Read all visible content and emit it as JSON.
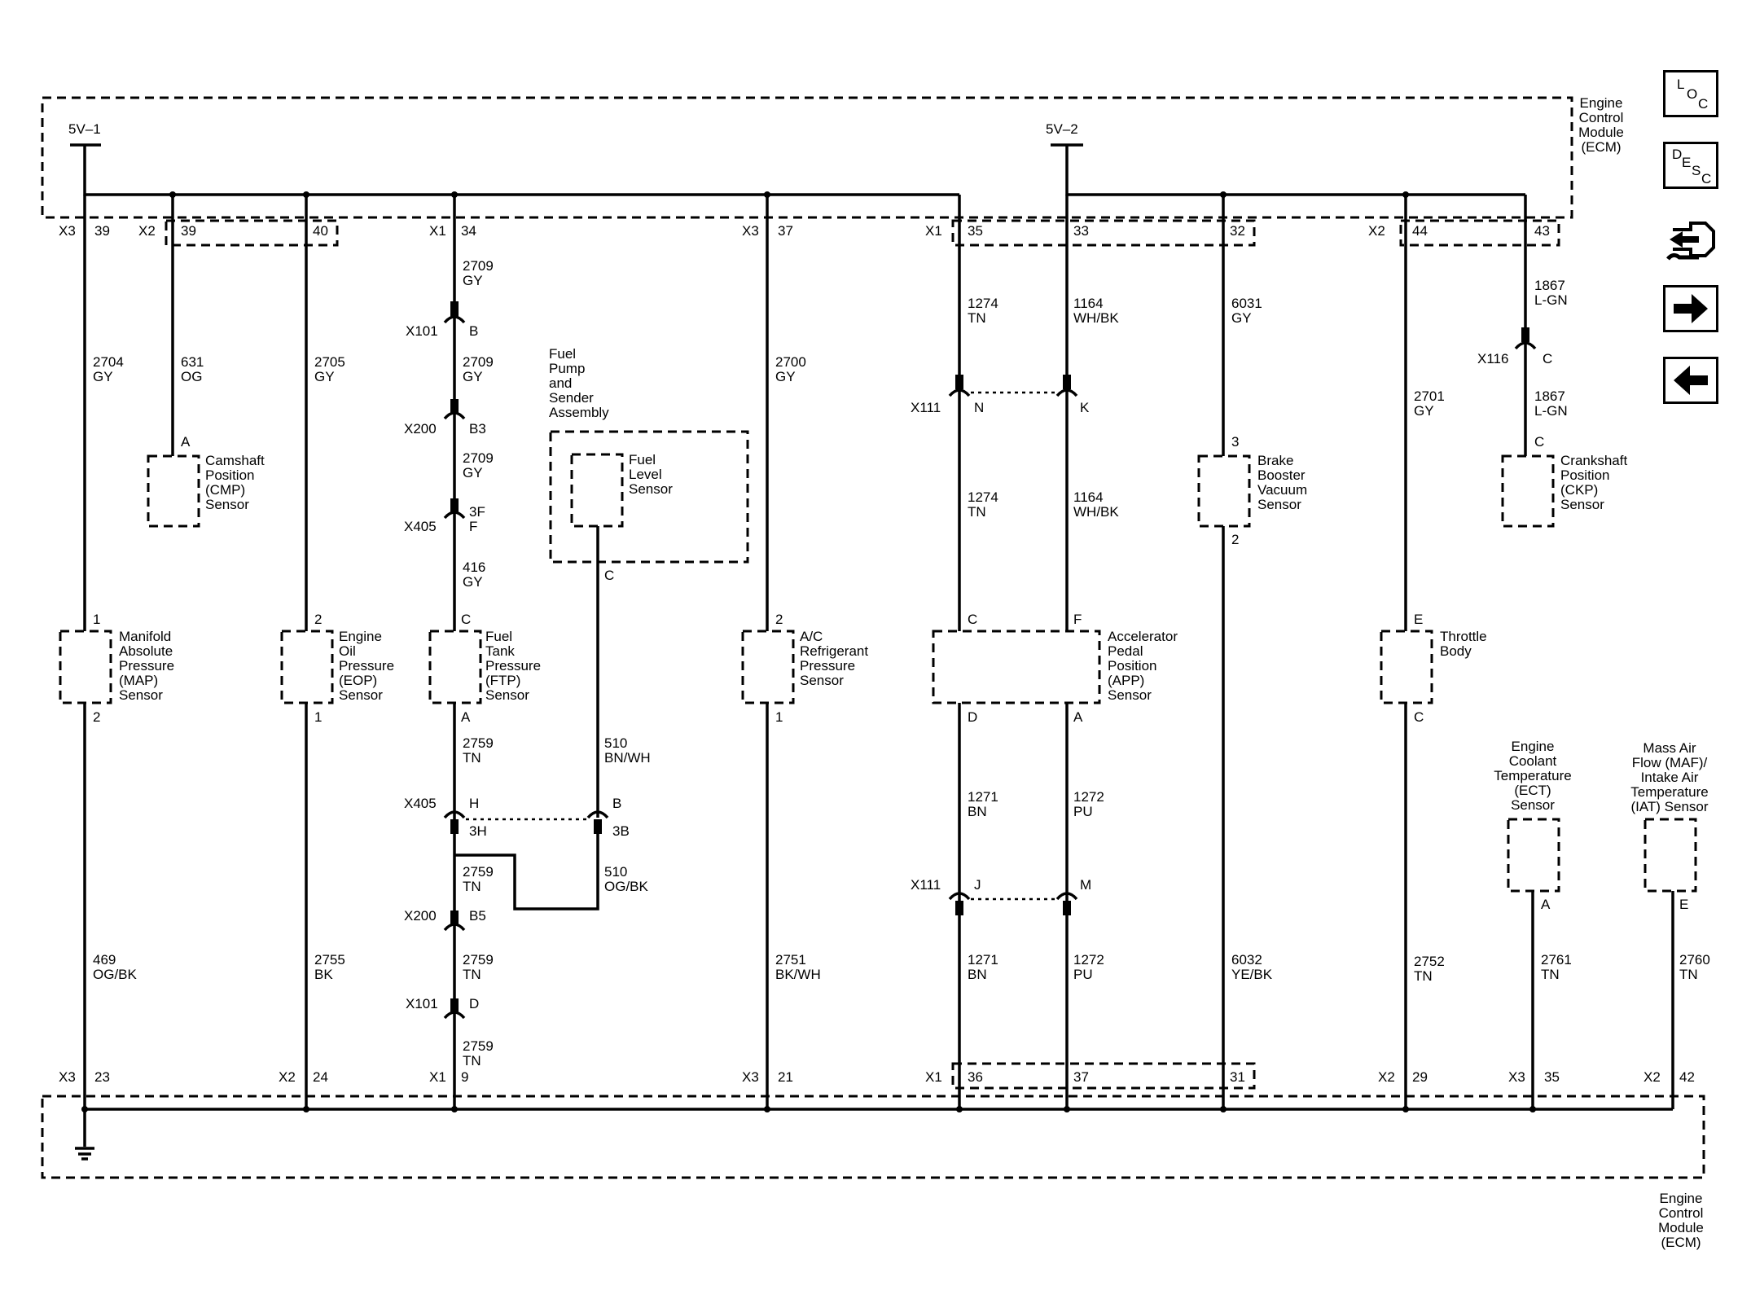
{
  "ecm_label_top": [
    "Engine",
    "Control",
    "Module",
    "(ECM)"
  ],
  "ecm_label_bottom": [
    "Engine",
    "Control",
    "Module",
    "(ECM)"
  ],
  "supply_5v1": "5V–1",
  "supply_5v2": "5V–2",
  "top_pins": [
    {
      "conn": "X3",
      "pin": "39"
    },
    {
      "conn": "X2",
      "pin": "39"
    },
    {
      "pin": "40"
    },
    {
      "conn": "X1",
      "pin": "34"
    },
    {
      "conn": "X3",
      "pin": "37"
    },
    {
      "conn": "X1",
      "pin": "35"
    },
    {
      "pin": "33"
    },
    {
      "pin": "32"
    },
    {
      "conn": "X2",
      "pin": "44"
    },
    {
      "pin": "43"
    }
  ],
  "bottom_pins": [
    {
      "conn": "X3",
      "pin": "23"
    },
    {
      "conn": "X2",
      "pin": "24"
    },
    {
      "conn": "X1",
      "pin": "9"
    },
    {
      "conn": "X3",
      "pin": "21"
    },
    {
      "conn": "X1",
      "pin": "36"
    },
    {
      "pin": "37"
    },
    {
      "pin": "31"
    },
    {
      "conn": "X2",
      "pin": "29"
    },
    {
      "conn": "X3",
      "pin": "35"
    },
    {
      "conn": "X2",
      "pin": "42"
    }
  ],
  "wires": {
    "map_top": [
      "2704",
      "GY"
    ],
    "cmp": [
      "631",
      "OG"
    ],
    "eop_top": [
      "2705",
      "GY"
    ],
    "ftp_1": [
      "2709",
      "GY"
    ],
    "ftp_2": [
      "2709",
      "GY"
    ],
    "ftp_3": [
      "2709",
      "GY"
    ],
    "ftp_4": [
      "416",
      "GY"
    ],
    "ac_top": [
      "2700",
      "GY"
    ],
    "app_c1": [
      "1274",
      "TN"
    ],
    "app_c2": [
      "1274",
      "TN"
    ],
    "app_f1": [
      "1164",
      "WH/BK"
    ],
    "app_f2": [
      "1164",
      "WH/BK"
    ],
    "bbv_top": [
      "6031",
      "GY"
    ],
    "tb_top": [
      "2701",
      "GY"
    ],
    "ckp_1": [
      "1867",
      "L-GN"
    ],
    "ckp_2": [
      "1867",
      "L-GN"
    ],
    "map_bot": [
      "469",
      "OG/BK"
    ],
    "eop_bot": [
      "2755",
      "BK"
    ],
    "ftp_a1": [
      "2759",
      "TN"
    ],
    "ftp_a2": [
      "2759",
      "TN"
    ],
    "ftp_a3": [
      "2759",
      "TN"
    ],
    "ftp_a4": [
      "2759",
      "TN"
    ],
    "fls_1": [
      "510",
      "BN/WH"
    ],
    "fls_2": [
      "510",
      "OG/BK"
    ],
    "ac_bot": [
      "2751",
      "BK/WH"
    ],
    "app_d1": [
      "1271",
      "BN"
    ],
    "app_d2": [
      "1271",
      "BN"
    ],
    "app_a1": [
      "1272",
      "PU"
    ],
    "app_a2": [
      "1272",
      "PU"
    ],
    "bbv_bot": [
      "6032",
      "YE/BK"
    ],
    "tb_bot": [
      "2752",
      "TN"
    ],
    "ect": [
      "2761",
      "TN"
    ],
    "maf": [
      "2760",
      "TN"
    ]
  },
  "connectors": {
    "x101_b": [
      "X101",
      "B"
    ],
    "x200_b3": [
      "X200",
      "B3"
    ],
    "x405_3f": [
      "X405",
      "3F",
      "F"
    ],
    "x111_n": [
      "X111",
      "N"
    ],
    "x111_k": "K",
    "x116_c": [
      "X116",
      "C"
    ],
    "x405_h": [
      "X405",
      "H",
      "3H"
    ],
    "x405_b": [
      "B",
      "3B"
    ],
    "x200_b5": [
      "X200",
      "B5"
    ],
    "x101_d": [
      "X101",
      "D"
    ],
    "x111_j": [
      "X111",
      "J"
    ],
    "x111_m": "M"
  },
  "sensors": {
    "cmp": {
      "label": [
        "Camshaft",
        "Position",
        "(CMP)",
        "Sensor"
      ],
      "pin_top": "A"
    },
    "map": {
      "label": [
        "Manifold",
        "Absolute",
        "Pressure",
        "(MAP)",
        "Sensor"
      ],
      "pin_top": "1",
      "pin_bot": "2"
    },
    "eop": {
      "label": [
        "Engine",
        "Oil",
        "Pressure",
        "(EOP)",
        "Sensor"
      ],
      "pin_top": "2",
      "pin_bot": "1"
    },
    "ftp": {
      "label": [
        "Fuel",
        "Tank",
        "Pressure",
        "(FTP)",
        "Sensor"
      ],
      "pin_top": "C",
      "pin_bot": "A"
    },
    "fuel_assy": {
      "label": [
        "Fuel",
        "Pump",
        "and",
        "Sender",
        "Assembly"
      ]
    },
    "fls": {
      "label": [
        "Fuel",
        "Level",
        "Sensor"
      ],
      "pin_bot": "C"
    },
    "ac": {
      "label": [
        "A/C",
        "Refrigerant",
        "Pressure",
        "Sensor"
      ],
      "pin_top": "2",
      "pin_bot": "1"
    },
    "app": {
      "label": [
        "Accelerator",
        "Pedal",
        "Position",
        "(APP)",
        "Sensor"
      ],
      "pins_top": [
        "C",
        "F"
      ],
      "pins_bot": [
        "D",
        "A"
      ]
    },
    "bbv": {
      "label": [
        "Brake",
        "Booster",
        "Vacuum",
        "Sensor"
      ],
      "pin_top": "3",
      "pin_bot": "2"
    },
    "tb": {
      "label": [
        "Throttle",
        "Body"
      ],
      "pin_top": "E",
      "pin_bot": "C"
    },
    "ckp": {
      "label": [
        "Crankshaft",
        "Position",
        "(CKP)",
        "Sensor"
      ],
      "pin_top": "C"
    },
    "ect": {
      "label": [
        "Engine",
        "Coolant",
        "Temperature",
        "(ECT)",
        "Sensor"
      ],
      "pin_bot": "A"
    },
    "maf": {
      "label": [
        "Mass Air",
        "Flow (MAF)/",
        "Intake Air",
        "Temperature",
        "(IAT) Sensor"
      ],
      "pin_bot": "E"
    }
  },
  "nav_buttons": [
    {
      "letters": [
        "L",
        "O",
        "C"
      ]
    },
    {
      "letters": [
        "D",
        "E",
        "S",
        "C"
      ]
    },
    {
      "icon": "connector-tool-icon"
    },
    {
      "icon": "arrow-right-icon"
    },
    {
      "icon": "arrow-left-icon"
    }
  ]
}
